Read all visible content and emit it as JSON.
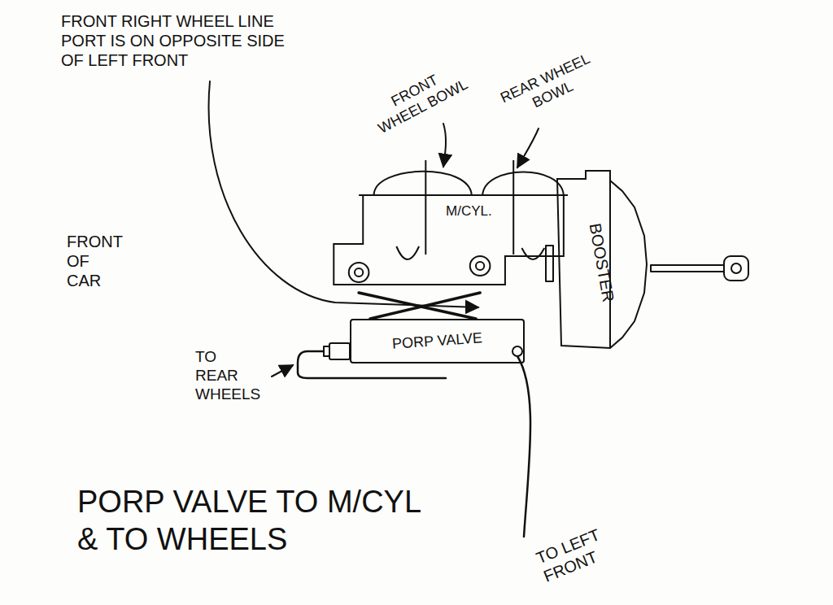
{
  "diagram": {
    "title": "PORP VALVE TO M/CYL & TO WHEELS",
    "nodes": [
      {
        "text": [
          "M/CYL."
        ]
      },
      {
        "text": [
          "BOOSTER"
        ]
      },
      {
        "text": [
          "PORP VALVE"
        ]
      }
    ],
    "edges": [
      {
        "from": 0,
        "to": 2,
        "arrow": "none"
      },
      {
        "from": 0,
        "to": 2,
        "arrow": "none"
      }
    ],
    "labels": [
      "FRONT RIGHT WHEEL LINE PORT IS ON OPPOSITE SIDE OF LEFT FRONT",
      "FRONT WHEEL BOWL",
      "REAR WHEEL BOWL",
      "FRONT OF CAR",
      "TO REAR WHEELS",
      "TO LEFT FRONT"
    ]
  }
}
